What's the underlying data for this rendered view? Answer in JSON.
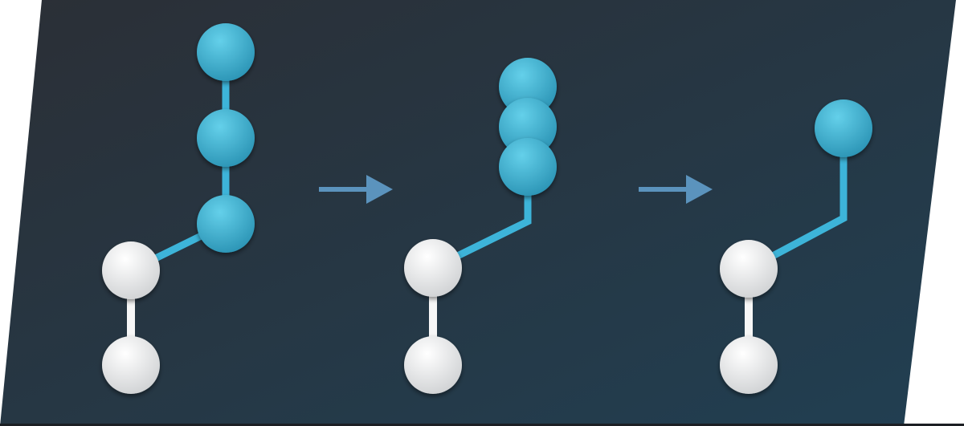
{
  "colors": {
    "background_start": "#2b2f36",
    "background_end": "#213f52",
    "commit_blue": "#4cc0de",
    "commit_blue_dark": "#2a93b4",
    "commit_white": "#f2f2f2",
    "commit_white_dark": "#cfd1d3",
    "branch_line_blue": "#3db4d9",
    "main_line_white": "#f7f7f7",
    "arrow": "#5b93bd"
  },
  "diagram": {
    "stages": [
      {
        "id": "before",
        "main_commits": 2,
        "branch_commits": 3
      },
      {
        "id": "squashing",
        "main_commits": 2,
        "branch_commits": 3
      },
      {
        "id": "after",
        "main_commits": 2,
        "branch_commits": 1
      }
    ],
    "arrows": 2
  }
}
